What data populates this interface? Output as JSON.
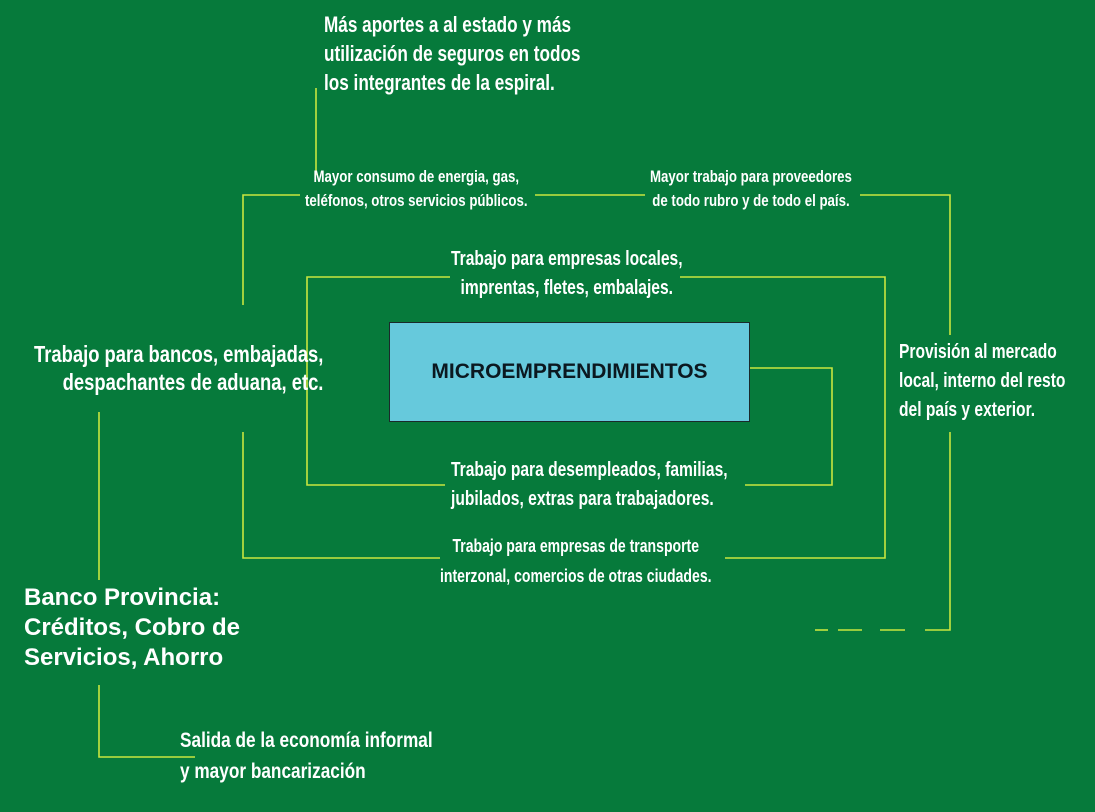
{
  "center": {
    "label": "MICROEMPRENDIMIENTOS"
  },
  "top_note": {
    "lines": [
      "Más aportes a al estado y más",
      "utilización de seguros en todos",
      "los integrantes de la espiral."
    ]
  },
  "energy": {
    "lines": [
      "Mayor consumo de energia, gas,",
      "teléfonos, otros servicios públicos."
    ]
  },
  "suppliers": {
    "lines": [
      "Mayor trabajo para proveedores",
      "de todo rubro y de todo el país."
    ]
  },
  "local": {
    "lines": [
      "Trabajo para empresas locales,",
      "imprentas, fletes, embalajes."
    ]
  },
  "banks": {
    "lines": [
      "Trabajo para bancos, embajadas,",
      "despachantes de aduana, etc."
    ]
  },
  "provision": {
    "lines": [
      "Provisión al mercado",
      "local, interno del resto",
      "del país y exterior."
    ]
  },
  "unemployed": {
    "lines": [
      "Trabajo para desempleados, familias,",
      "jubilados,  extras para trabajadores."
    ]
  },
  "transport": {
    "lines": [
      "Trabajo para empresas de transporte",
      "interzonal, comercios de otras ciudades."
    ]
  },
  "bank_provincia": {
    "lines": [
      "Banco Provincia:",
      "Créditos, Cobro de",
      "Servicios, Ahorro"
    ]
  },
  "informal": {
    "lines": [
      "Salida de la economía informal",
      "y mayor bancarización"
    ]
  },
  "colors": {
    "background": "#067a3b",
    "lines": "#c8e640",
    "box": "#66c9dc"
  }
}
